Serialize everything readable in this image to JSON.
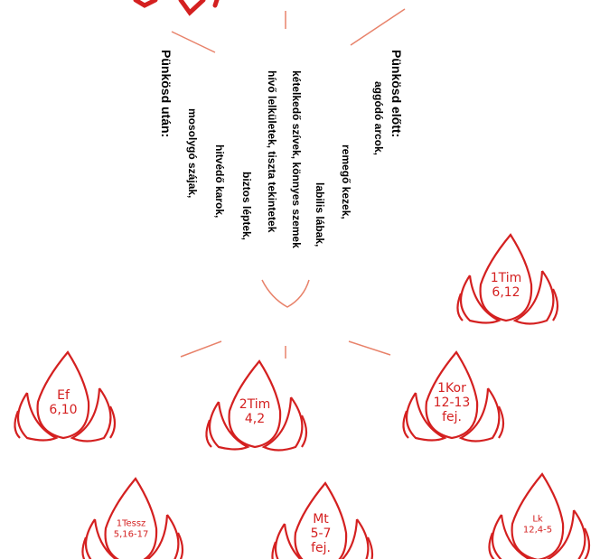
{
  "header": {
    "before_title": "Pünkösd előtt:",
    "before_lines": [
      "aggódó arcok,",
      "remegő kezek,",
      "labilis lábak,",
      "kételkedő szívek, könnyes szemek"
    ],
    "after_title": "Pünkösd után:",
    "after_lines": [
      "hívő lelkületek, tiszta tekintetek",
      "biztos léptek,",
      "hitvédő karok,",
      "mosolygó szájak,"
    ]
  },
  "flames": [
    {
      "lines": [
        "1Tim",
        "6,12"
      ]
    },
    {
      "lines": [
        "Ef",
        "6,10"
      ]
    },
    {
      "lines": [
        "2Tim",
        "4,2"
      ]
    },
    {
      "lines": [
        "1Kor",
        "12-13",
        "fej."
      ]
    },
    {
      "lines": [
        "1Tessz",
        "5,16-17"
      ]
    },
    {
      "lines": [
        "Mt",
        "5-7",
        "fej."
      ]
    },
    {
      "lines": [
        "Lk",
        "12,4-5"
      ]
    }
  ],
  "colors": {
    "accent": "#d42020",
    "text": "#000000"
  }
}
